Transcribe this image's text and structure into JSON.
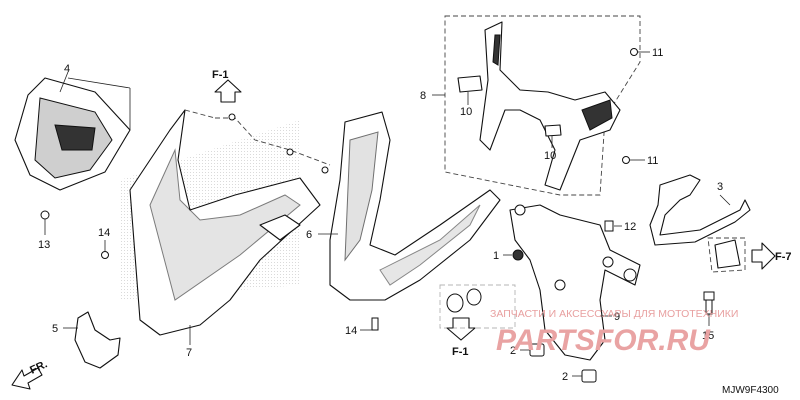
{
  "diagram": {
    "code": "MJW9F4300",
    "direction_label": "FR.",
    "references": {
      "f1_top": "F-1",
      "f1_bottom": "F-1",
      "f7": "F-7"
    },
    "callouts": {
      "c1": "1",
      "c2a": "2",
      "c2b": "2",
      "c3": "3",
      "c4": "4",
      "c5": "5",
      "c6": "6",
      "c7": "7",
      "c8": "8",
      "c9": "9",
      "c10a": "10",
      "c10b": "10",
      "c11a": "11",
      "c11b": "11",
      "c12": "12",
      "c13": "13",
      "c14a": "14",
      "c14b": "14",
      "c15": "15"
    },
    "watermark": {
      "caption": "ЗАПЧАСТИ И АКСЕССУАРЫ ДЛЯ МОТОТЕХНИКИ",
      "logo": "PARTSFOR.RU"
    },
    "colors": {
      "watermark": "#e9a3a3",
      "line": "#111111"
    }
  }
}
